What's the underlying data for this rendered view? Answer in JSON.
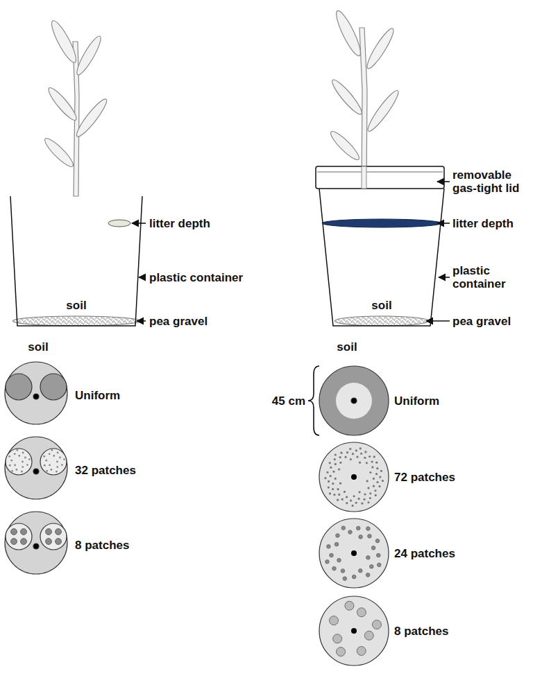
{
  "diagram": {
    "labels": [
      "litter depth",
      "plastic container",
      "soil",
      "pea gravel",
      "soil",
      "removable gas-tight lid",
      "litter depth",
      "plastic container",
      "soil",
      "pea gravel",
      "soil",
      "Uniform",
      "32 patches",
      "8 patches",
      "45 cm",
      "Uniform",
      "72 patches",
      "24 patches",
      "8 patches"
    ]
  }
}
